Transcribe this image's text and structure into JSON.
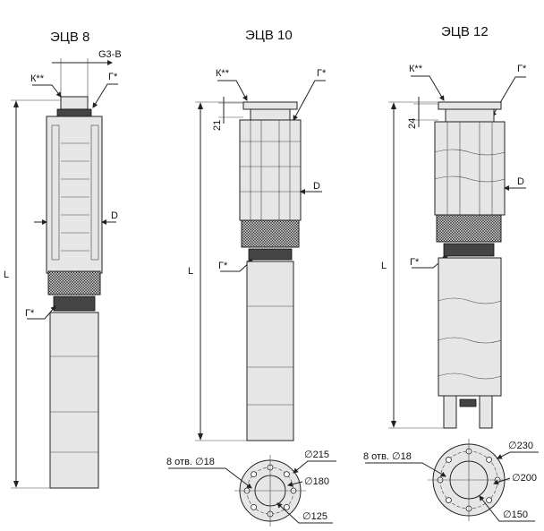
{
  "titles": {
    "p8": "ЭЦВ 8",
    "p10": "ЭЦВ 10",
    "p12": "ЭЦВ 12"
  },
  "p8": {
    "k": "К**",
    "g_top": "Г*",
    "g3b": "G3-B",
    "d": "D",
    "l": "L",
    "g_bot": "Г*"
  },
  "p10": {
    "k": "К**",
    "g_top": "Г*",
    "dim21": "21",
    "d": "D",
    "l": "L",
    "g_bot": "Г*"
  },
  "p12": {
    "k": "К**",
    "g_top": "Г*",
    "dim24": "24",
    "d": "D",
    "l": "L",
    "g_bot": "Г*"
  },
  "flange10": {
    "holes": "8 отв. ∅18",
    "d_outer": "∅215",
    "d_bolt": "∅180",
    "d_inner": "∅125"
  },
  "flange12": {
    "holes": "8 отв. ∅18",
    "d_outer": "∅230",
    "d_bolt": "∅200",
    "d_inner": "∅150"
  }
}
